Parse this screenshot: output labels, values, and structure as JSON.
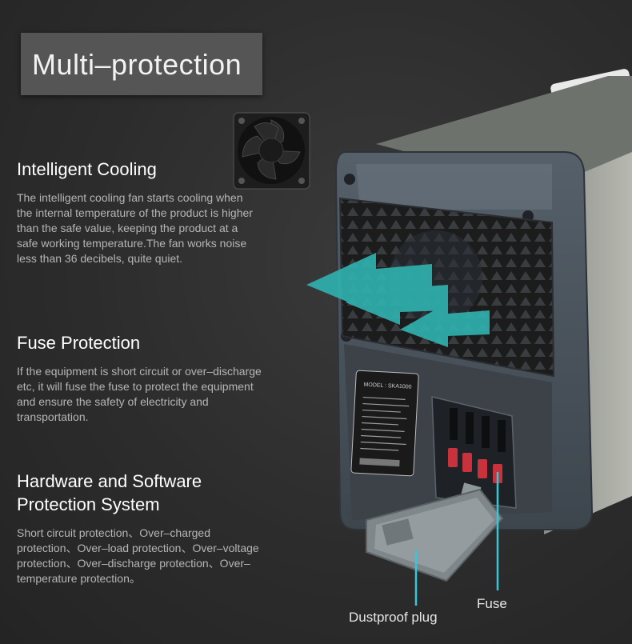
{
  "title": "Multi–protection",
  "sections": [
    {
      "heading": "Intelligent Cooling",
      "body": "The intelligent cooling fan starts cooling when the internal temperature of the product is higher than the safe value, keeping the product at a safe working temperature.The fan works noise less than 36 decibels, quite quiet."
    },
    {
      "heading": "Fuse Protection",
      "body": "If the equipment is short circuit or over–discharge etc, it will fuse the fuse to protect the equipment and ensure the safety of electricity and transportation."
    },
    {
      "heading": "Hardware and Software Protection System",
      "body": "Short circuit protection、Over–charged protection、Over–load protection、Over–voltage protection、Over–discharge protection、Over–temperature protection。"
    }
  ],
  "callouts": {
    "dustproof": "Dustproof plug",
    "fuse": "Fuse"
  },
  "label_plate": {
    "model": "MODEL : SKA1000"
  },
  "colors": {
    "background": "#2c2c2c",
    "title_box": "#555555",
    "accent_teal": "#2fb3b0",
    "callout_line": "#35c7d8",
    "fuse_red": "#c8323c"
  }
}
